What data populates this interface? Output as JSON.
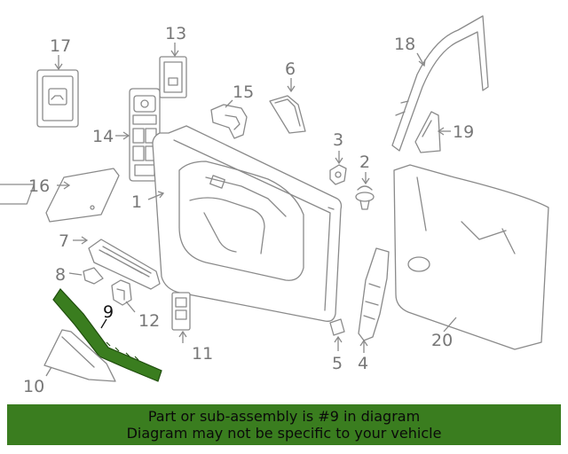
{
  "diagram": {
    "callouts": [
      {
        "id": "1",
        "label": "1"
      },
      {
        "id": "2",
        "label": "2"
      },
      {
        "id": "3",
        "label": "3"
      },
      {
        "id": "4",
        "label": "4"
      },
      {
        "id": "5",
        "label": "5"
      },
      {
        "id": "6",
        "label": "6"
      },
      {
        "id": "7",
        "label": "7"
      },
      {
        "id": "8",
        "label": "8"
      },
      {
        "id": "9",
        "label": "9"
      },
      {
        "id": "10",
        "label": "10"
      },
      {
        "id": "11",
        "label": "11"
      },
      {
        "id": "12",
        "label": "12"
      },
      {
        "id": "13",
        "label": "13"
      },
      {
        "id": "14",
        "label": "14"
      },
      {
        "id": "15",
        "label": "15"
      },
      {
        "id": "16",
        "label": "16"
      },
      {
        "id": "17",
        "label": "17"
      },
      {
        "id": "18",
        "label": "18"
      },
      {
        "id": "19",
        "label": "19"
      },
      {
        "id": "20",
        "label": "20"
      }
    ],
    "highlighted_part": "9",
    "highlight_color": "#3a7d1f",
    "line_color": "#8a8a8a"
  },
  "banner": {
    "line1": "Part or sub-assembly is #9 in diagram",
    "line2": "Diagram may not be specific to your vehicle",
    "background": "#3a7d1f"
  }
}
